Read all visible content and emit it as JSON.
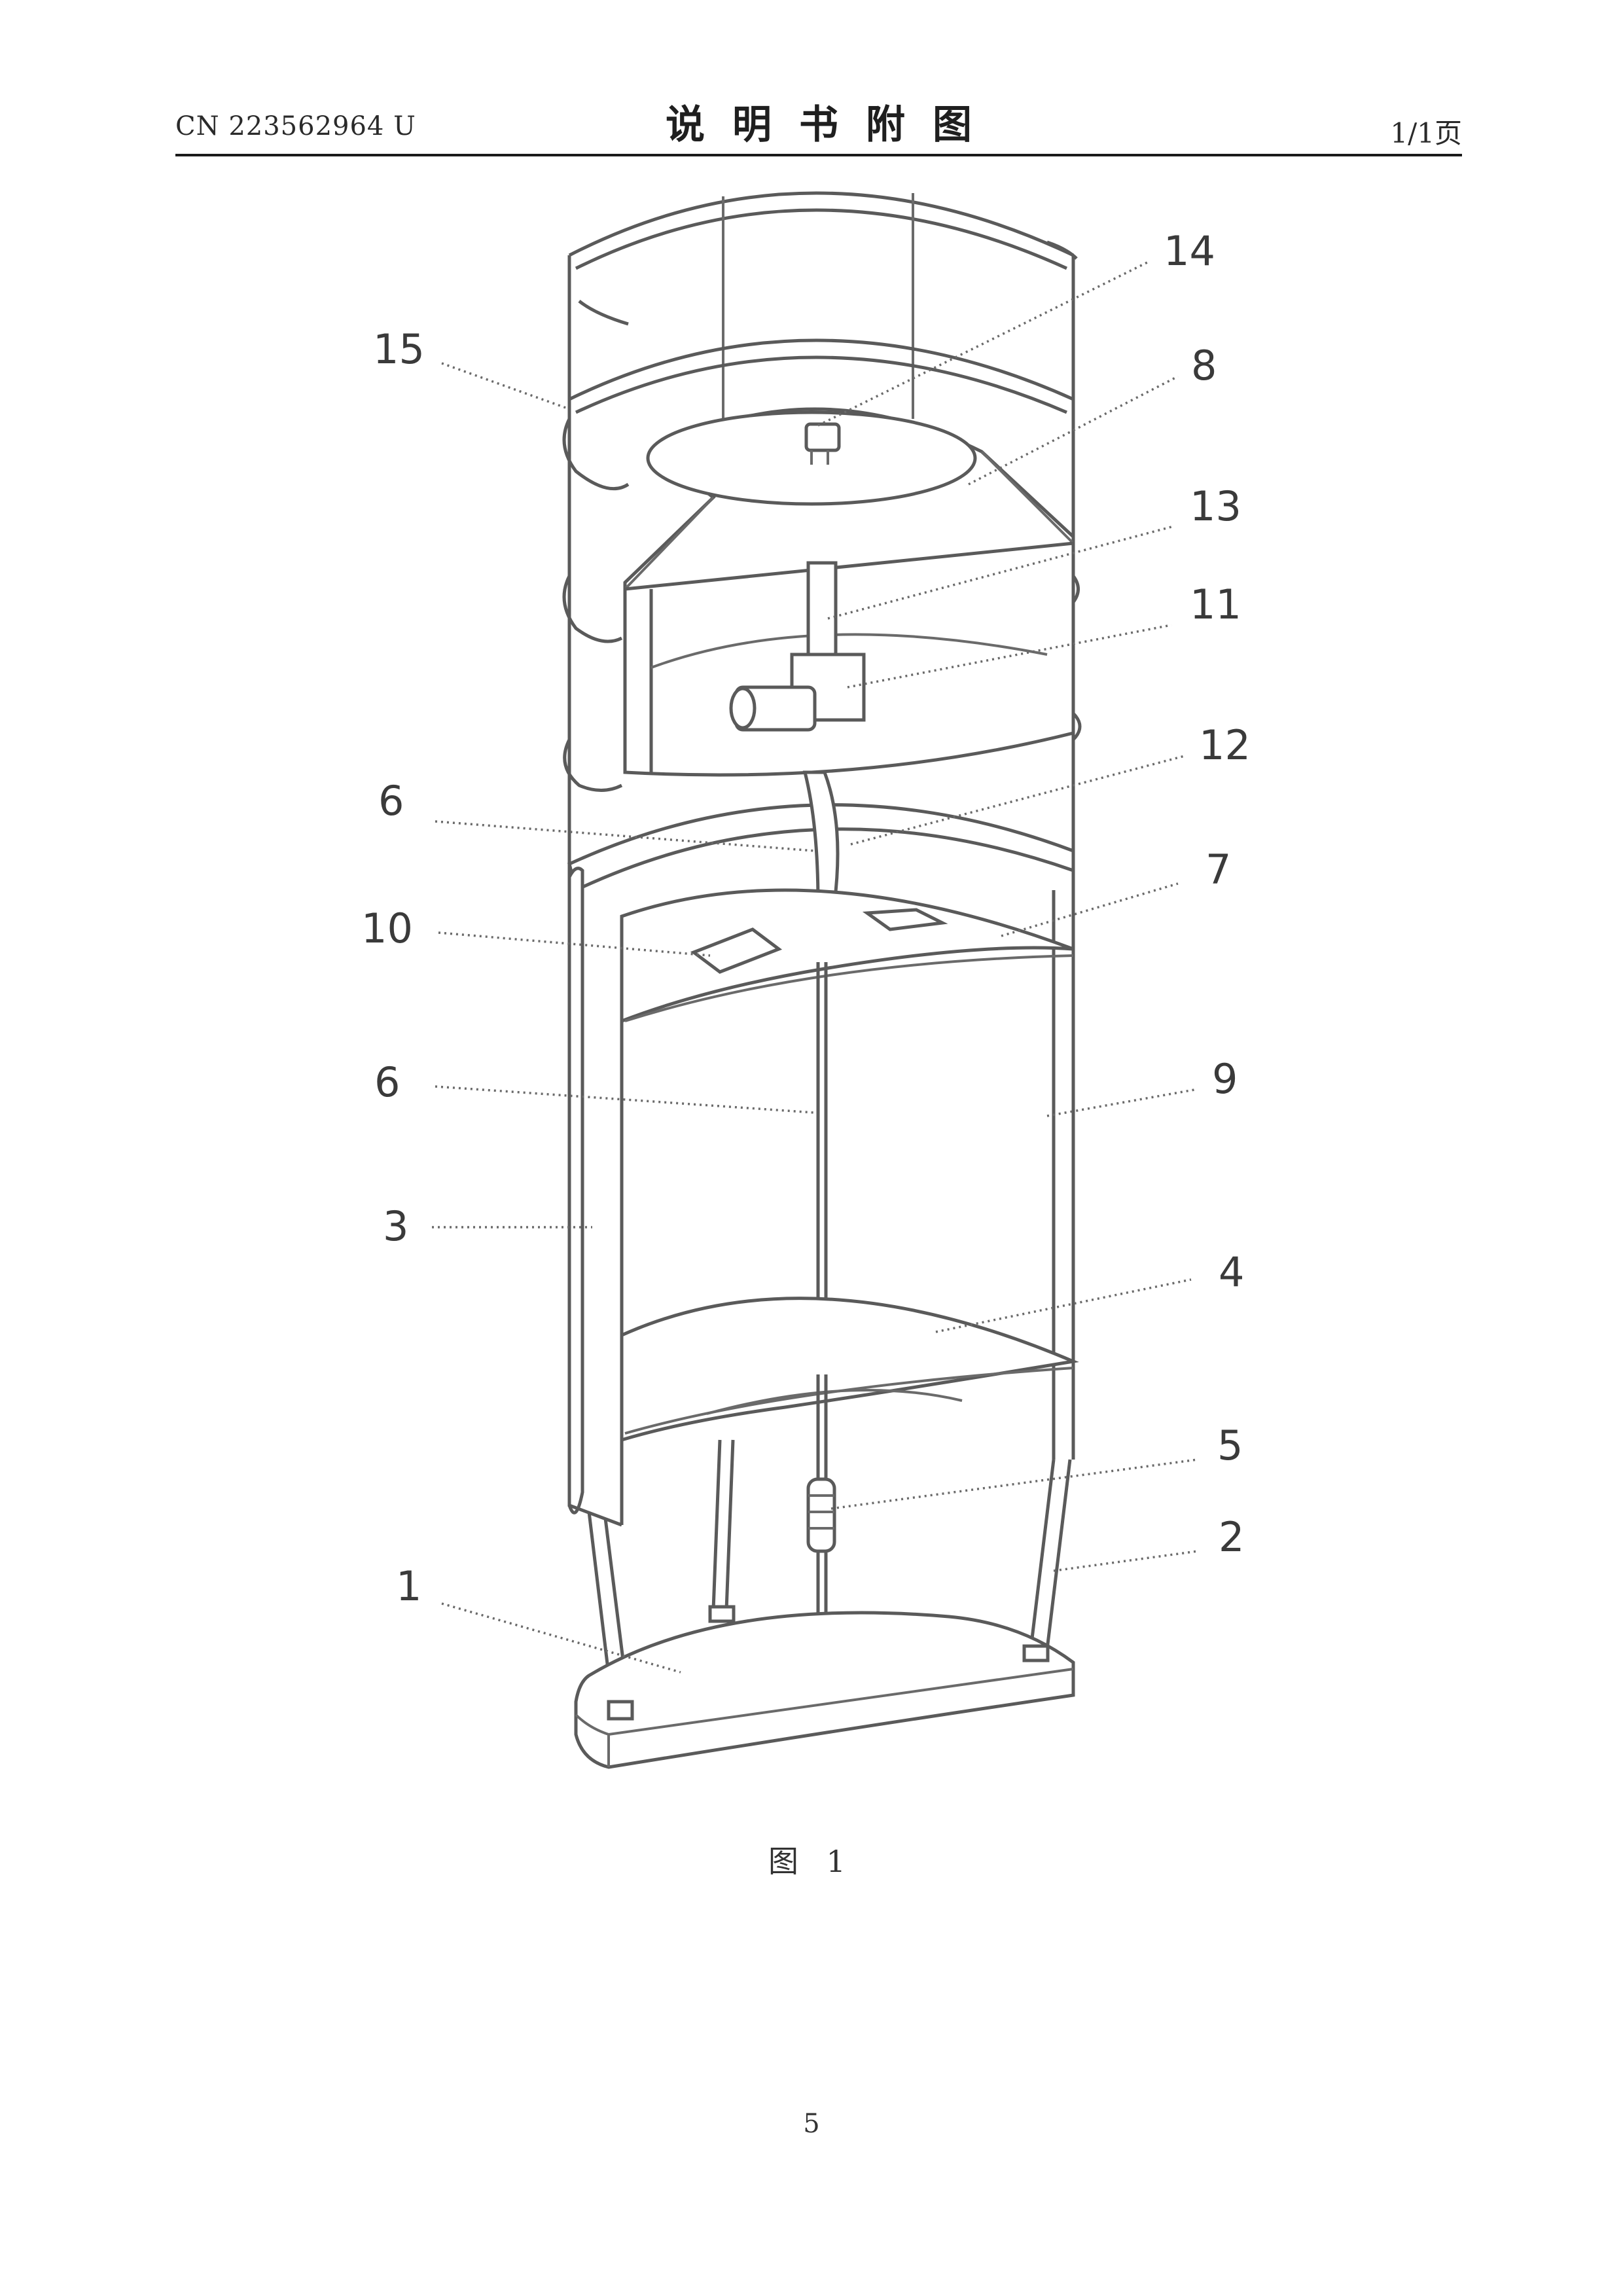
{
  "header": {
    "publication_number": "CN 223562964 U",
    "title": "说明书附图",
    "page_count": "1/1页"
  },
  "figure": {
    "caption": "图 1",
    "reference_numerals": [
      "14",
      "15",
      "8",
      "13",
      "11",
      "12",
      "6",
      "7",
      "10",
      "6",
      "9",
      "3",
      "4",
      "5",
      "2",
      "1"
    ]
  },
  "footer": {
    "page_number": "5"
  }
}
